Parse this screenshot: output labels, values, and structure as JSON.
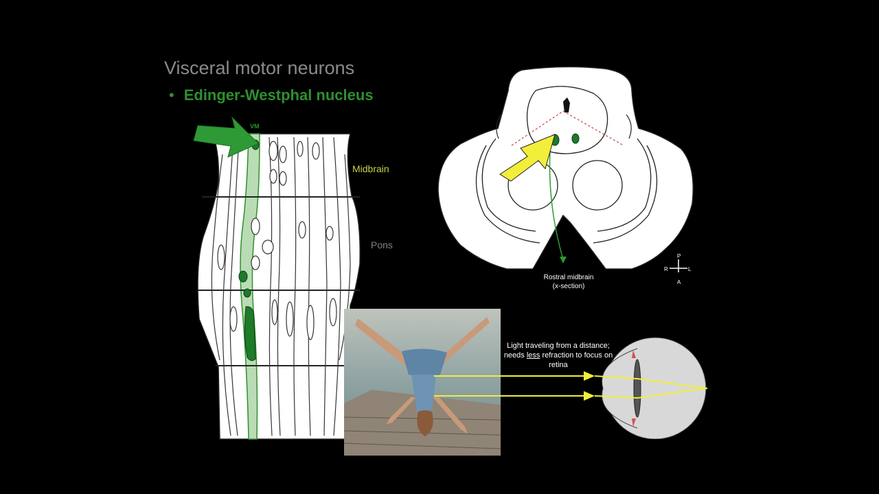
{
  "slide": {
    "title": "Visceral motor neurons",
    "bullet_marker": "•",
    "bullet": "Edinger-Westphal nucleus"
  },
  "brainstem": {
    "column_label": "VM",
    "region_midbrain": "Midbrain",
    "region_pons": "Pons"
  },
  "cross_section": {
    "caption_line1": "Rostral midbrain",
    "caption_line2": "(x-section)",
    "compass": {
      "posterior": "P",
      "anterior": "A",
      "right": "R",
      "left": "L"
    }
  },
  "optics": {
    "text_before": "Light traveling from a distance; needs ",
    "text_emphasis": "less",
    "text_after": " refraction to focus on retina"
  },
  "colors": {
    "background": "#000000",
    "title": "#8a8a8a",
    "bullet_green": "#2f8f2f",
    "midbrain_label": "#c8d24a",
    "pons_label": "#808080",
    "arrow_yellow": "#f2ee3a",
    "column_green": "#b9dcb4"
  }
}
